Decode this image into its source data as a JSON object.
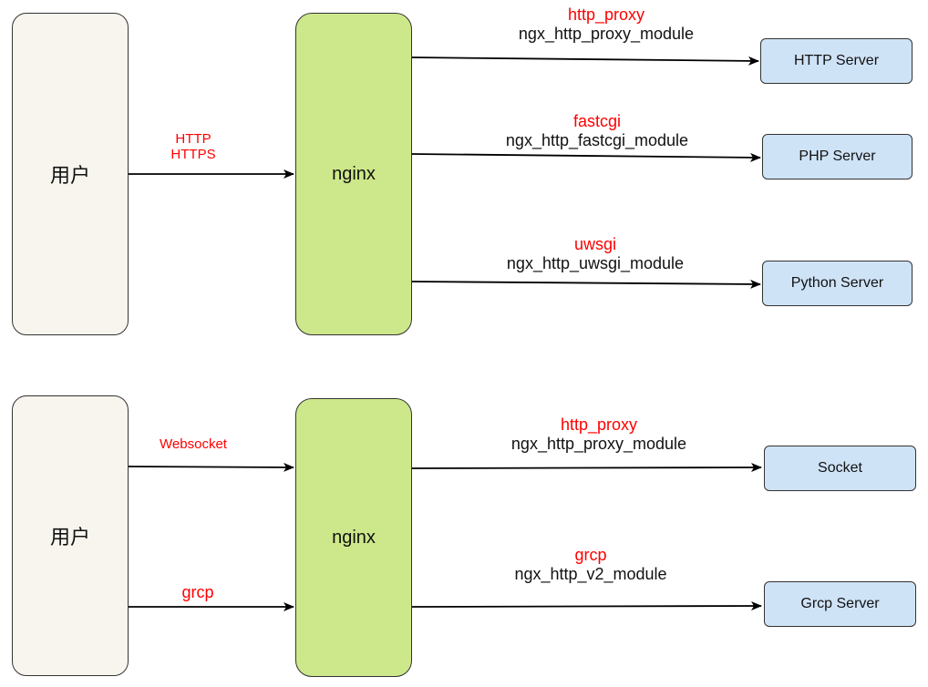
{
  "diagrams": [
    {
      "user": "用户",
      "proxy": "nginx",
      "client_protocols": [
        "HTTP",
        "HTTPS"
      ],
      "routes": [
        {
          "protocol": "http_proxy",
          "module": "ngx_http_proxy_module",
          "server": "HTTP Server"
        },
        {
          "protocol": "fastcgi",
          "module": "ngx_http_fastcgi_module",
          "server": "PHP Server"
        },
        {
          "protocol": "uwsgi",
          "module": "ngx_http_uwsgi_module",
          "server": "Python Server"
        }
      ]
    },
    {
      "user": "用户",
      "proxy": "nginx",
      "client_protocols": [
        "Websocket",
        "grcp"
      ],
      "routes": [
        {
          "protocol": "http_proxy",
          "module": "ngx_http_proxy_module",
          "server": "Socket"
        },
        {
          "protocol": "grcp",
          "module": "ngx_http_v2_module",
          "server": "Grcp Server"
        }
      ]
    }
  ],
  "colors": {
    "user_fill": "#f7f5ee",
    "nginx_fill": "#cde88a",
    "server_fill": "#cfe3f7",
    "protocol_text": "#ff0000"
  }
}
